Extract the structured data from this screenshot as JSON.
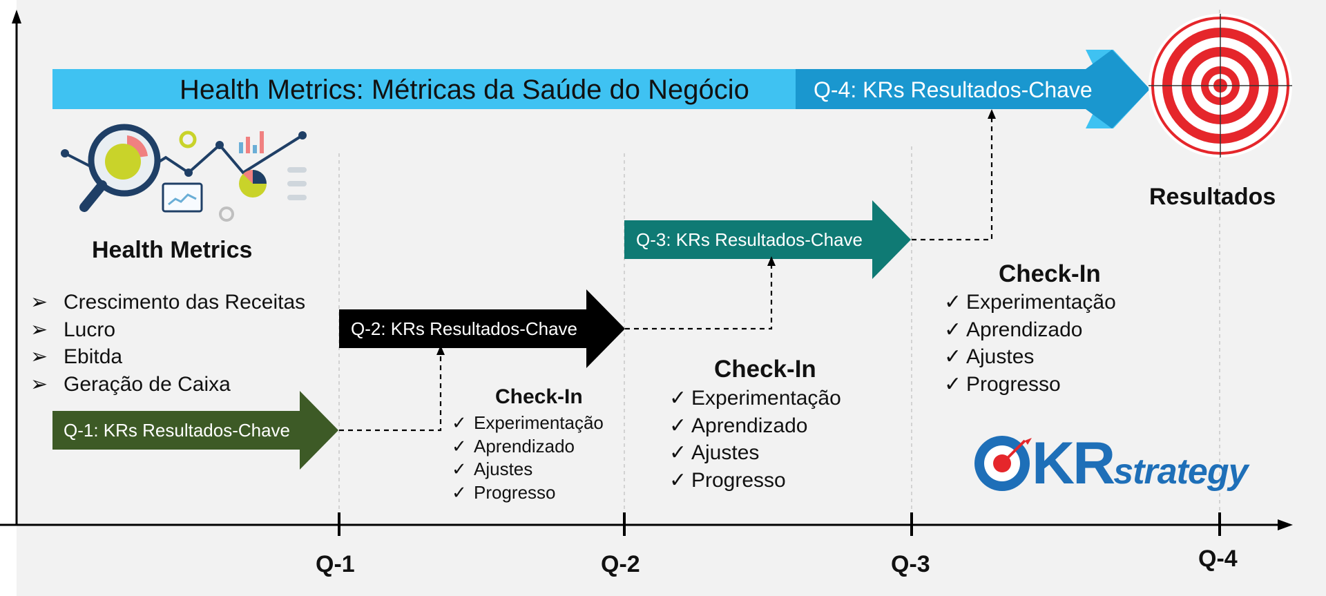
{
  "colors": {
    "banner": "#3fc2f2",
    "q4_arrow": "#1a97cf",
    "q1_arrow": "#3d5a26",
    "q2_arrow": "#000000",
    "q3_arrow": "#0f7a74",
    "target_red": "#e5262b",
    "logo_blue": "#1e6fb8"
  },
  "banner": {
    "text": "Health Metrics: Métricas da Saúde do Negócio"
  },
  "arrows": {
    "q1": "Q-1: KRs Resultados-Chave",
    "q2": "Q-2: KRs Resultados-Chave",
    "q3": "Q-3: KRs Resultados-Chave",
    "q4": "Q-4: KRs Resultados-Chave"
  },
  "health_metrics": {
    "title": "Health Metrics",
    "icon": "analytics-magnifier-illustration",
    "items": [
      "Crescimento das Receitas",
      "Lucro",
      "Ebitda",
      "Geração de Caixa"
    ]
  },
  "checkins": [
    {
      "title": "Check-In",
      "items": [
        "Experimentação",
        "Aprendizado",
        "Ajustes",
        "Progresso"
      ]
    },
    {
      "title": "Check-In",
      "items": [
        "Experimentação",
        "Aprendizado",
        "Ajustes",
        "Progresso"
      ]
    },
    {
      "title": "Check-In",
      "items": [
        "Experimentação",
        "Aprendizado",
        "Ajustes",
        "Progresso"
      ]
    }
  ],
  "results": {
    "title": "Resultados",
    "icon": "target-icon"
  },
  "axis": {
    "ticks": [
      "Q-1",
      "Q-2",
      "Q-3",
      "Q-4"
    ]
  },
  "logo": {
    "part1": "KR",
    "part2": "strategy",
    "icon": "okr-target-logo-icon"
  }
}
